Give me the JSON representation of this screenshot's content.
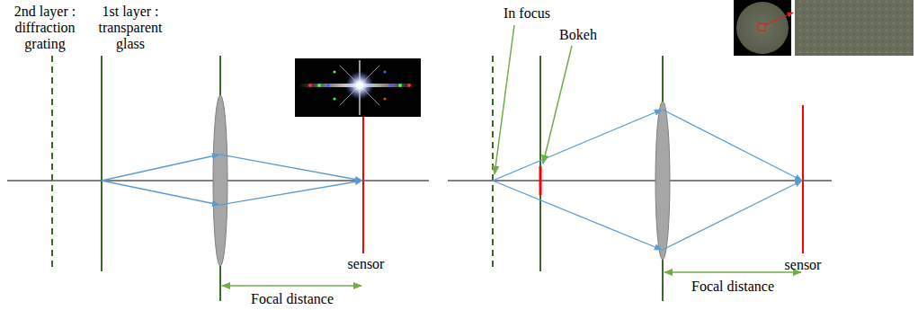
{
  "diagram": {
    "labels": [
      "2nd layer : diffraction grating",
      "1st layer : transparent glass",
      "sensor",
      "Focal distance",
      "In focus",
      "Bokeh",
      "sensor",
      "Focal distance"
    ]
  }
}
